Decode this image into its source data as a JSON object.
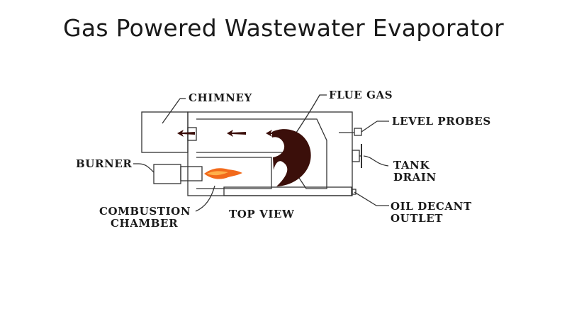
{
  "title": "Gas Powered Wastewater Evaporator",
  "labels": {
    "chimney": "CHIMNEY",
    "flue_gas": "FLUE GAS",
    "level_probes": "LEVEL PROBES",
    "tank_drain_1": "TANK",
    "tank_drain_2": "DRAIN",
    "burner": "BURNER",
    "combustion_1": "COMBUSTION",
    "combustion_2": "CHAMBER",
    "top_view": "TOP VIEW",
    "oil_decant_1": "OIL DECANT",
    "oil_decant_2": "OUTLET"
  },
  "colors": {
    "outline": "#333333",
    "flue": "#3b0f0a",
    "flame_outer": "#f26a1b",
    "flame_inner": "#ffb04a"
  }
}
